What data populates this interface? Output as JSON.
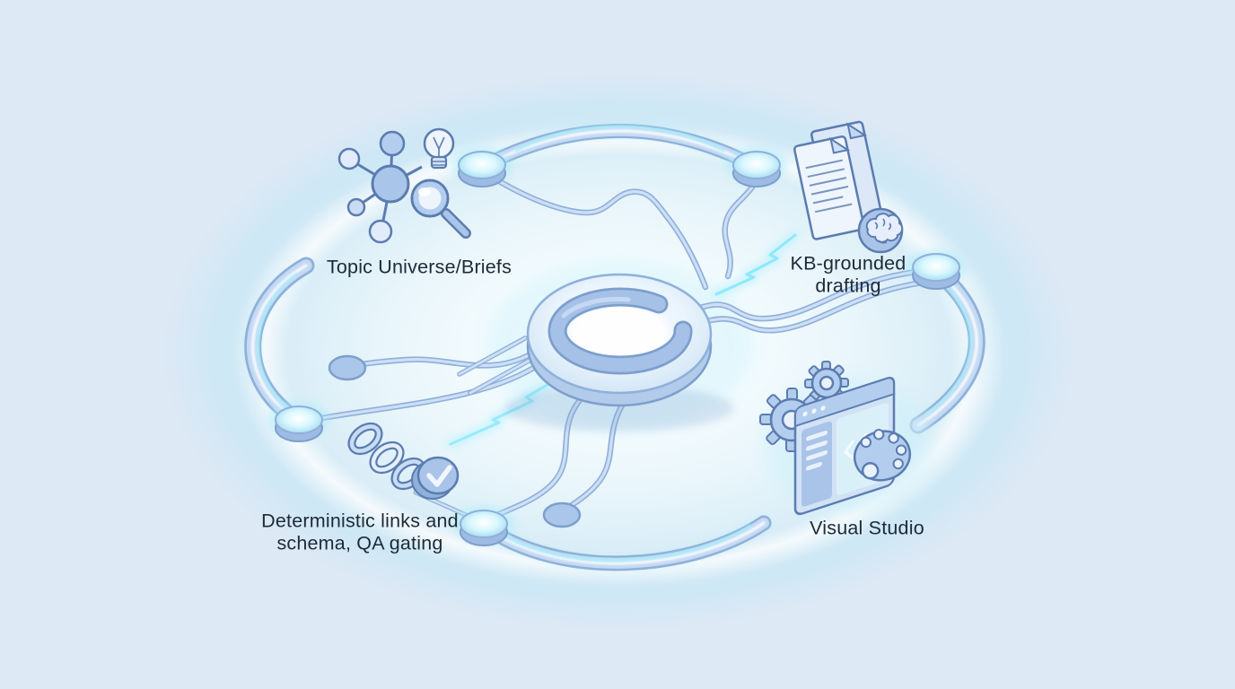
{
  "diagram": {
    "type": "isometric-flow-illustration",
    "palette": {
      "background": "#dde9f5",
      "glow_center": "#f7fdff",
      "connector_fill": "#c4d9f3",
      "connector_edge": "#8fb0d9",
      "energy_glow": "#8ce7fa",
      "icon_fill": "#aac6ea",
      "icon_fill_light": "#e9f1fb",
      "icon_stroke": "#5b7cb0",
      "text": "#1e2a38"
    },
    "hub": {
      "name": "central-ring-hub",
      "shape": "isometric disk with open C-ring"
    },
    "nodes": [
      {
        "id": "topic-universe",
        "position": "top-left",
        "label": "Topic Universe/Briefs",
        "icons": [
          "network-graph-icon",
          "lightbulb-icon",
          "magnifier-icon"
        ]
      },
      {
        "id": "kb-grounded-drafting",
        "position": "top-right",
        "label": "KB-grounded\ndrafting",
        "icons": [
          "documents-icon",
          "brain-badge-icon"
        ]
      },
      {
        "id": "deterministic-links",
        "position": "bottom-left",
        "label": "Deterministic links and\nschema, QA gating",
        "icons": [
          "chain-links-icon",
          "check-badge-icon"
        ]
      },
      {
        "id": "visual-studio",
        "position": "bottom-right",
        "label": "Visual Studio",
        "icons": [
          "gears-icon",
          "code-window-icon",
          "palette-icon"
        ]
      }
    ]
  }
}
